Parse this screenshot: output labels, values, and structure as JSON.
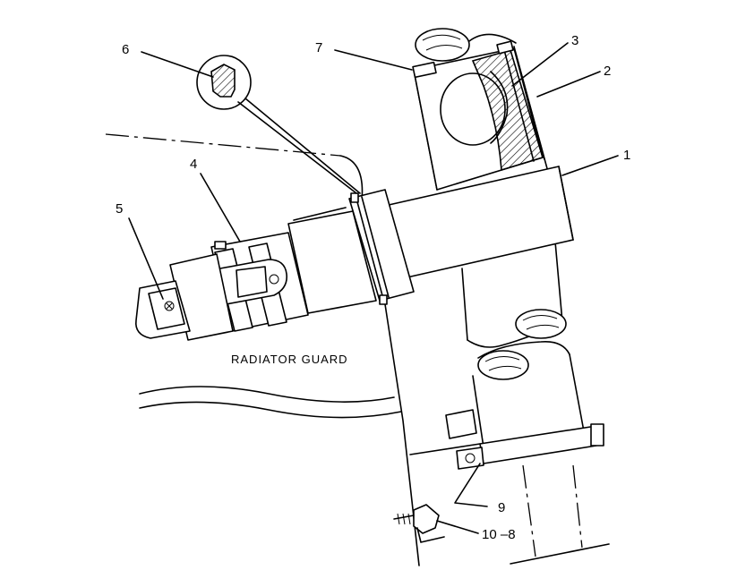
{
  "diagram": {
    "callouts": [
      {
        "id": "1",
        "text": "1"
      },
      {
        "id": "2",
        "text": "2"
      },
      {
        "id": "3",
        "text": "3"
      },
      {
        "id": "4",
        "text": "4"
      },
      {
        "id": "5",
        "text": "5"
      },
      {
        "id": "6",
        "text": "6"
      },
      {
        "id": "7",
        "text": "7"
      },
      {
        "id": "9",
        "text": "9"
      },
      {
        "id": "10-8",
        "text": "10 –8"
      }
    ],
    "caption": "RADIATOR GUARD"
  }
}
